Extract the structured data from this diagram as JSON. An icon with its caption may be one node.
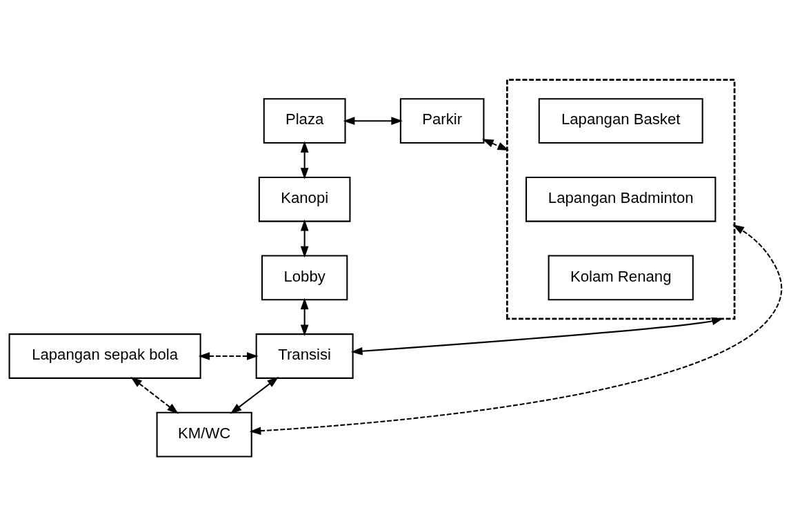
{
  "diagram": {
    "nodes": [
      {
        "text": [
          "Plaza"
        ]
      },
      {
        "text": [
          "Parkir"
        ]
      },
      {
        "text": [],
        "shape": "box"
      },
      {
        "text": [
          "Lapangan Basket"
        ],
        "in": 2
      },
      {
        "text": [
          "Lapangan Badminton"
        ],
        "in": 2
      },
      {
        "text": [
          "Kolam Renang"
        ],
        "in": 2
      },
      {
        "text": [
          "Kanopi"
        ]
      },
      {
        "text": [
          "Lobby"
        ]
      },
      {
        "text": [
          "Lapangan sepak bola"
        ]
      },
      {
        "text": [
          "Transisi"
        ]
      },
      {
        "text": [
          "KM/WC"
        ]
      }
    ],
    "edges": [
      {
        "from": 0,
        "to": 1,
        "arrow": "both"
      },
      {
        "from": 1,
        "to": 2,
        "arrow": "both",
        "style": "dashed"
      },
      {
        "from": 0,
        "to": 6,
        "arrow": "both"
      },
      {
        "from": 6,
        "to": 7,
        "arrow": "both"
      },
      {
        "from": 7,
        "to": 9,
        "arrow": "both"
      },
      {
        "from": 9,
        "to": 2,
        "arrow": "both"
      },
      {
        "from": 8,
        "to": 9,
        "arrow": "both",
        "style": "dashed"
      },
      {
        "from": 9,
        "to": 10,
        "arrow": "both"
      },
      {
        "from": 8,
        "to": 10,
        "arrow": "both",
        "style": "dashed"
      },
      {
        "from": 10,
        "to": 2,
        "arrow": "both",
        "style": "dashed"
      }
    ]
  }
}
